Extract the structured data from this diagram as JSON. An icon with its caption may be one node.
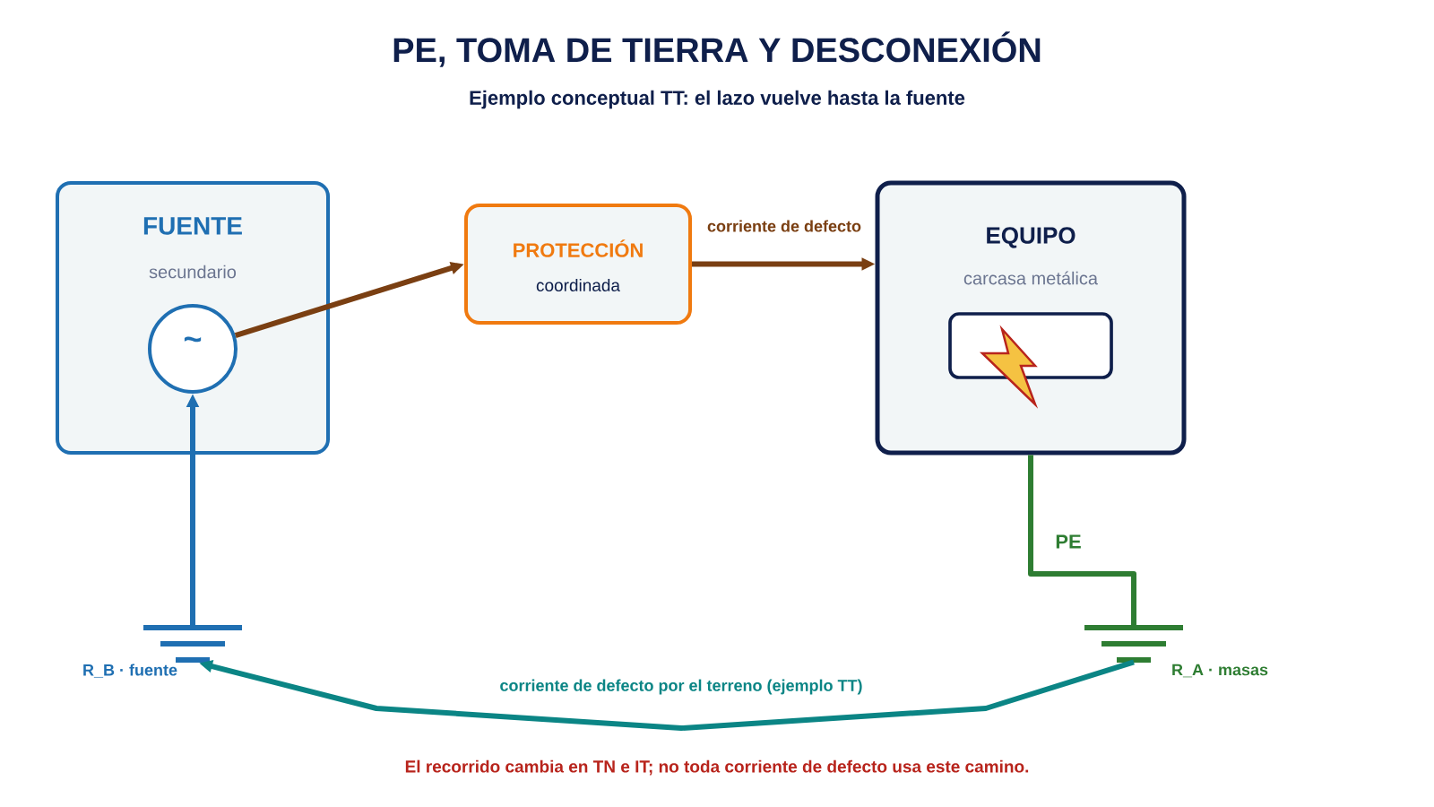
{
  "diagram": {
    "title": "PE, TOMA DE TIERRA Y DESCONEXIÓN",
    "nodes": [
      {
        "text": [
          "FUENTE",
          "secundario"
        ]
      },
      {
        "text": [
          "~"
        ],
        "in": 0
      },
      {
        "text": [
          "PROTECCIÓN",
          "coordinada"
        ]
      },
      {
        "text": [
          "EQUIPO",
          "carcasa metálica"
        ]
      },
      {
        "text": [],
        "shape": "ground",
        "beside": [
          "R_B · fuente"
        ]
      },
      {
        "text": [],
        "shape": "ground",
        "beside": [
          "R_A · masas"
        ]
      }
    ],
    "edges": [
      {
        "from": 4,
        "to": 1,
        "arrow": "to",
        "color": "#1f6fb2"
      },
      {
        "from": 1,
        "to": 2,
        "arrow": "to"
      },
      {
        "from": 2,
        "to": 3,
        "arrow": "to",
        "label": "corriente de defecto"
      },
      {
        "from": 3,
        "to": 5,
        "arrow": "none",
        "label": "PE",
        "color": "#2e7d32"
      },
      {
        "from": 5,
        "to": 4,
        "arrow": "to",
        "label": "corriente de defecto por el terreno (ejemplo TT)",
        "color": "#0b8585"
      }
    ],
    "labels": [
      "Ejemplo conceptual TT: el lazo vuelve hasta la fuente",
      "El recorrido cambia en TN e IT; no toda corriente de defecto usa este camino."
    ]
  }
}
